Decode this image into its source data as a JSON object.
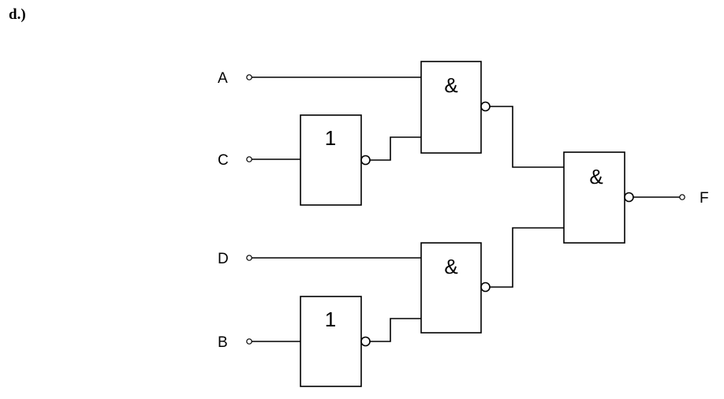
{
  "heading": "d.)",
  "inputs": {
    "a": "A",
    "c": "C",
    "d": "D",
    "b": "B"
  },
  "output": "F",
  "gates": {
    "not_top": "1",
    "not_bottom": "1",
    "nand_top": "&",
    "nand_bottom": "&",
    "nand_output": "&"
  }
}
